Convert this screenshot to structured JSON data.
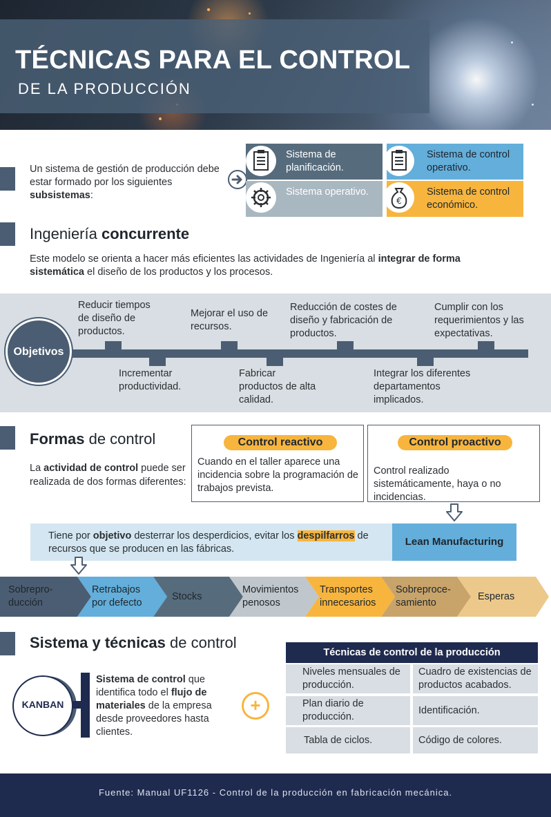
{
  "header": {
    "title": "TÉCNICAS PARA EL CONTROL",
    "subtitle": "DE LA PRODUCCIÓN"
  },
  "subsystems": {
    "intro_plain": "Un sistema de gestión de producción debe estar formado por los siguientes ",
    "intro_bold": "subsistemas",
    "intro_end": ":",
    "items": [
      {
        "label": "Sistema de planificación.",
        "icon": "clipboard-icon",
        "color": "#566c7d"
      },
      {
        "label": "Sistema de control operativo.",
        "icon": "clipboard-icon",
        "color": "#63aeda"
      },
      {
        "label": "Sistema operativo.",
        "icon": "gear-icon",
        "color": "#a9b7c0"
      },
      {
        "label": "Sistema de control económico.",
        "icon": "money-bag-icon",
        "color": "#f7b53e"
      }
    ]
  },
  "concurrente": {
    "title_plain": "Ingeniería ",
    "title_bold": "concurrente",
    "desc_plain1": "Este modelo se orienta a hacer más eficientes las actividades de Ingeniería al ",
    "desc_bold": "integrar de forma sistemática",
    "desc_plain2": " el diseño de los productos y los procesos."
  },
  "objetivos": {
    "label": "Objetivos",
    "items": [
      "Reducir tiempos de diseño de productos.",
      "Incrementar productividad.",
      "Mejorar el uso de recursos.",
      "Fabricar productos de alta calidad.",
      "Reducción de costes de diseño y fabricación de productos.",
      "Integrar los diferentes departamentos implicados.",
      "Cumplir con los requerimientos y las expectativas."
    ]
  },
  "formas": {
    "title_bold": "Formas",
    "title_plain": " de control",
    "desc_plain1": "La ",
    "desc_bold": "actividad de control",
    "desc_plain2": " puede ser realizada de dos formas diferentes:",
    "reactivo_title": "Control reactivo",
    "reactivo_text": "Cuando en el taller aparece una incidencia sobre la programación de trabajos prevista.",
    "proactivo_title": "Control proactivo",
    "proactivo_text": "Control realizado sistemáticamente, haya o no incidencias."
  },
  "lean": {
    "text_plain1": "Tiene por ",
    "text_bold1": "objetivo",
    "text_plain2": " desterrar los desperdicios, evitar los ",
    "text_bold2": "despilfarros",
    "text_plain3": " de recursos que se producen en las fábricas.",
    "tag": "Lean Manufacturing"
  },
  "wastes": [
    {
      "label": "Sobreproducción",
      "color": "#4b5d72"
    },
    {
      "label": "Retrabajos por defecto",
      "color": "#63aeda"
    },
    {
      "label": "Stocks",
      "color": "#566c7d"
    },
    {
      "label": "Movimientos penosos",
      "color": "#bfc6cc"
    },
    {
      "label": "Transportes innecesarios",
      "color": "#f7b53e"
    },
    {
      "label": "Sobreprocesamiento",
      "color": "#c8a46a"
    },
    {
      "label": "Esperas",
      "color": "#ecc98a"
    }
  ],
  "sistema": {
    "title_bold": "Sistema y técnicas",
    "title_plain": " de control",
    "kanban_label": "KANBAN",
    "kanban_b1": "Sistema de control",
    "kanban_p1": " que identifica todo el ",
    "kanban_b2": "flujo de materiales",
    "kanban_p2": " de la empresa desde proveedores hasta clientes.",
    "plus": "+"
  },
  "tecnicas": {
    "header": "Técnicas de control de la producción",
    "cells": [
      "Niveles mensuales de producción.",
      "Cuadro de existencias de productos acabados.",
      "Plan diario de producción.",
      "Identificación.",
      "Tabla de ciclos.",
      "Código de colores."
    ]
  },
  "footer": "Fuente: Manual UF1126 - Control de la producción en fabricación mecánica."
}
